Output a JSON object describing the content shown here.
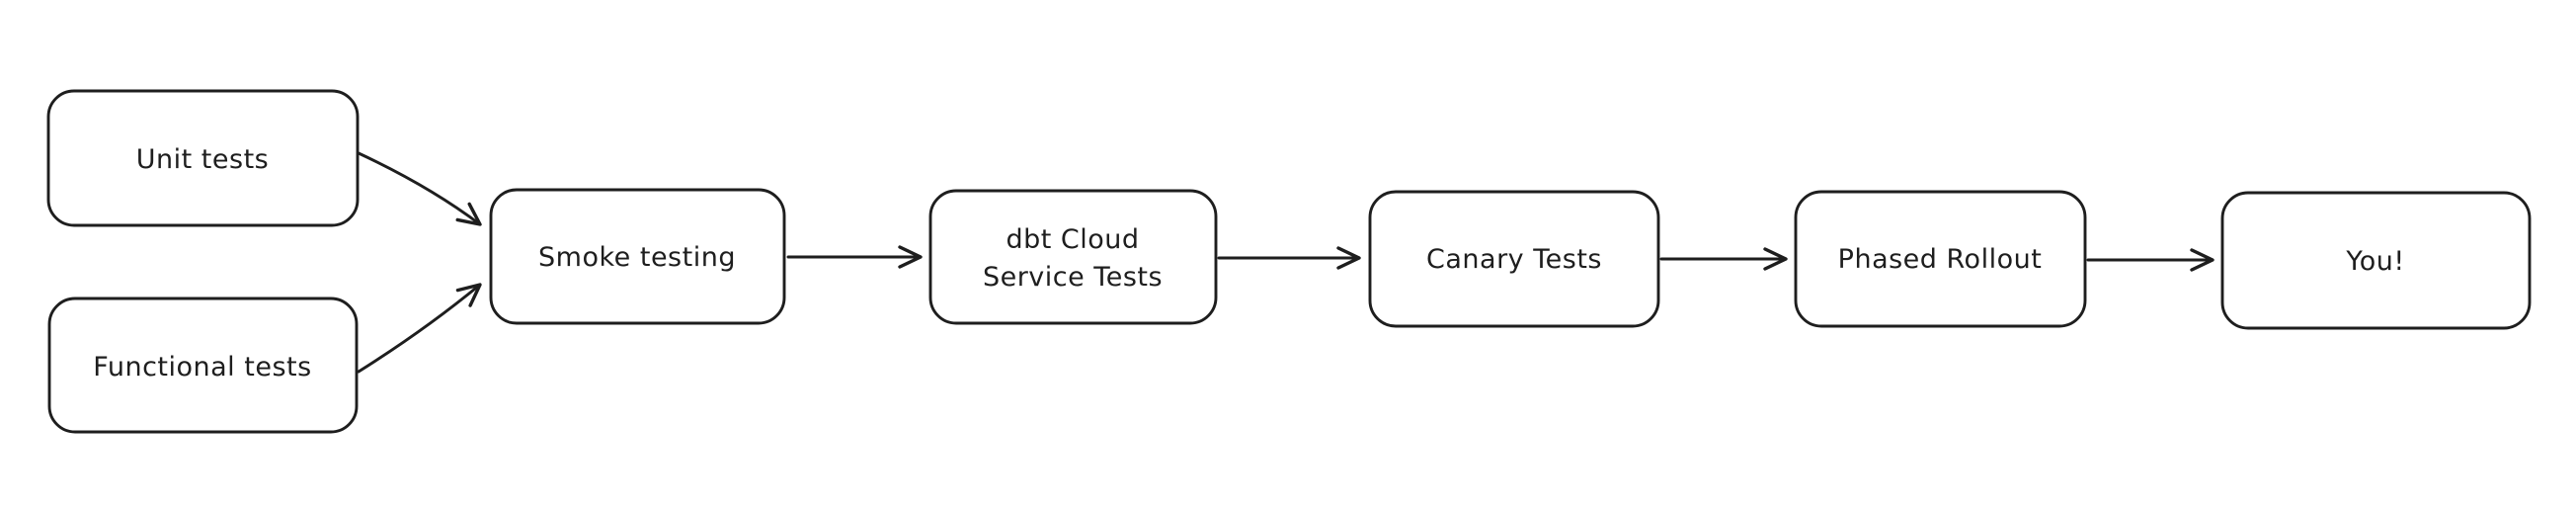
{
  "diagram": {
    "type": "flowchart",
    "background": "#ffffff",
    "stroke_color": "#1e1e1e",
    "text_color": "#1e1e1e",
    "nodes": [
      {
        "id": "unit-tests",
        "label": "Unit tests"
      },
      {
        "id": "functional-tests",
        "label": "Functional tests"
      },
      {
        "id": "smoke-testing",
        "label": "Smoke testing"
      },
      {
        "id": "dbt-cloud-service-tests",
        "label": "dbt Cloud Service Tests",
        "label_lines": [
          "dbt Cloud",
          "Service Tests"
        ]
      },
      {
        "id": "canary-tests",
        "label": "Canary Tests"
      },
      {
        "id": "phased-rollout",
        "label": "Phased Rollout"
      },
      {
        "id": "you",
        "label": "You!"
      }
    ],
    "edges": [
      {
        "from": "unit-tests",
        "to": "smoke-testing"
      },
      {
        "from": "functional-tests",
        "to": "smoke-testing"
      },
      {
        "from": "smoke-testing",
        "to": "dbt-cloud-service-tests"
      },
      {
        "from": "dbt-cloud-service-tests",
        "to": "canary-tests"
      },
      {
        "from": "canary-tests",
        "to": "phased-rollout"
      },
      {
        "from": "phased-rollout",
        "to": "you"
      }
    ]
  }
}
